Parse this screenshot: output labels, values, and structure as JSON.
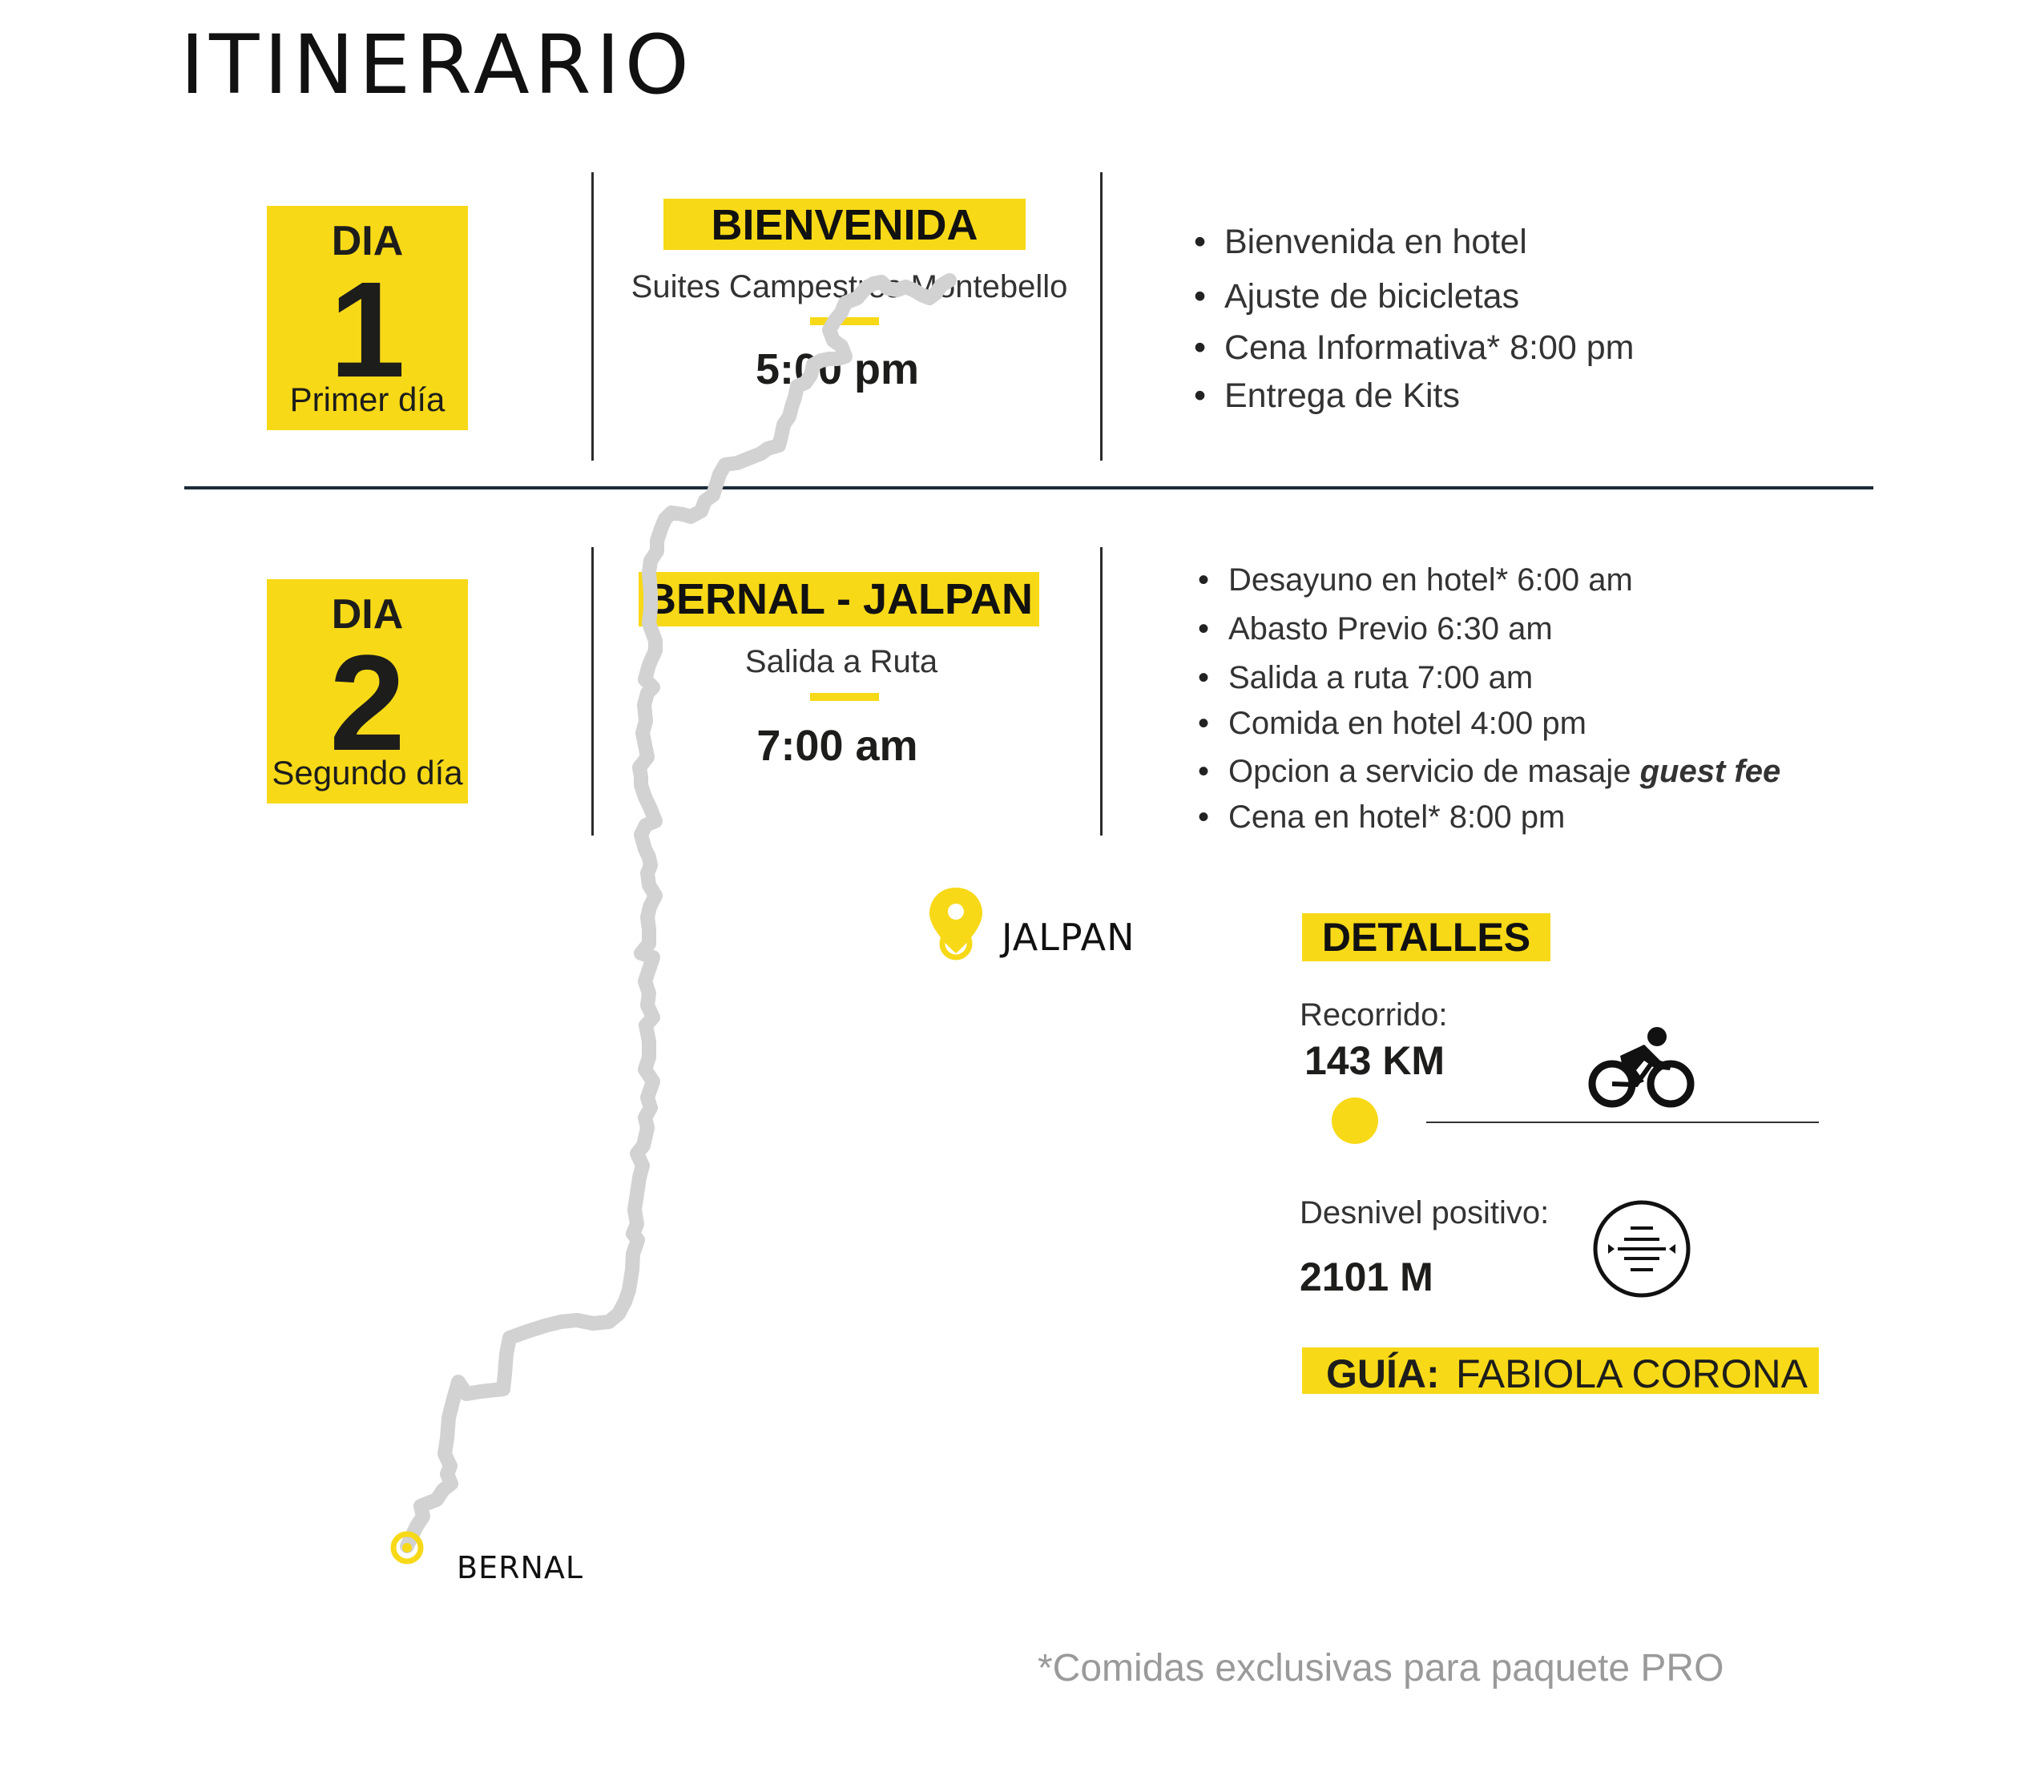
{
  "title": "ITINERARIO",
  "days": [
    {
      "label": "DIA",
      "number": "1",
      "subtitle": "Primer día",
      "heading": "BIENVENIDA",
      "place": "Suites Campestres Montebello",
      "time": "5:00 pm",
      "items": [
        "Bienvenida en hotel",
        "Ajuste de bicicletas",
        "Cena Informativa* 8:00 pm",
        "Entrega de Kits"
      ]
    },
    {
      "label": "DIA",
      "number": "2",
      "subtitle": "Segundo día",
      "heading": "BERNAL - JALPAN",
      "place": "Salida a Ruta",
      "time": "7:00 am",
      "items": [
        "Desayuno en hotel* 6:00 am",
        "Abasto Previo 6:30 am",
        "Salida a ruta  7:00 am",
        "Comida en hotel  4:00 pm",
        "Opcion a servicio de masaje ",
        "Cena en hotel*  8:00 pm"
      ],
      "item_emphasis": "guest fee"
    }
  ],
  "route": {
    "start": "BERNAL",
    "end": "JALPAN"
  },
  "details": {
    "heading": "DETALLES",
    "distance_label": "Recorrido:",
    "distance_value": "143 KM",
    "elevation_label": "Desnivel positivo:",
    "elevation_value": "2101 M",
    "guide_label": "GUÍA:",
    "guide_name": "FABIOLA CORONA",
    "icons": [
      "cyclist-icon",
      "elevation-icon"
    ]
  },
  "footnote": "*Comidas exclusivas para paquete PRO",
  "colors": {
    "accent": "#f7d917",
    "route": "#d2d2d2",
    "text": "#1d1d1b",
    "divider": "#1c2b3a"
  }
}
